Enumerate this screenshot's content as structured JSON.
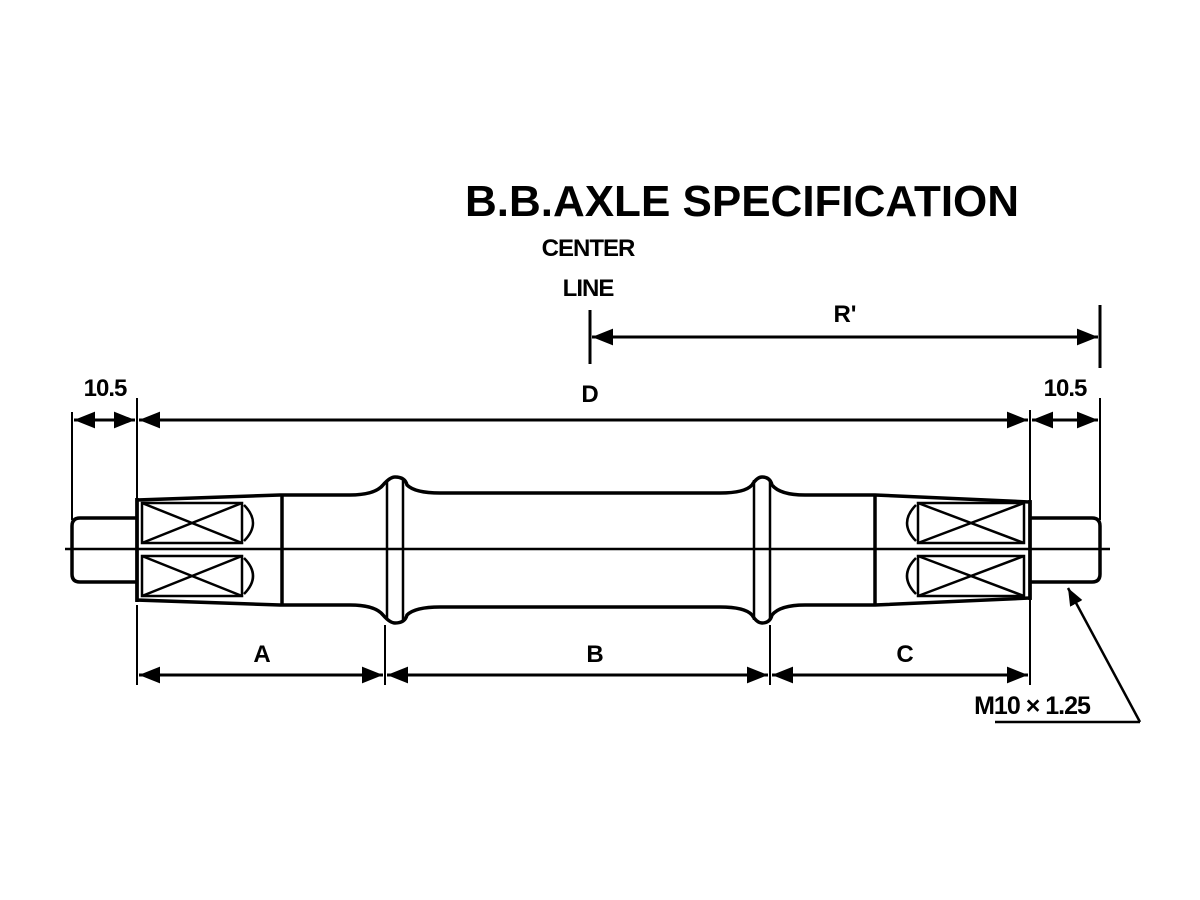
{
  "title": "B.B.AXLE SPECIFICATION",
  "center_line_label": [
    "CENTER",
    "LINE"
  ],
  "dimensions": {
    "r_prime": "R'",
    "d": "D",
    "left_end": "10.5",
    "right_end": "10.5",
    "a": "A",
    "b": "B",
    "c": "C"
  },
  "thread_spec": "M10 × 1.25",
  "colors": {
    "ink": "#000000",
    "paper": "#ffffff"
  }
}
